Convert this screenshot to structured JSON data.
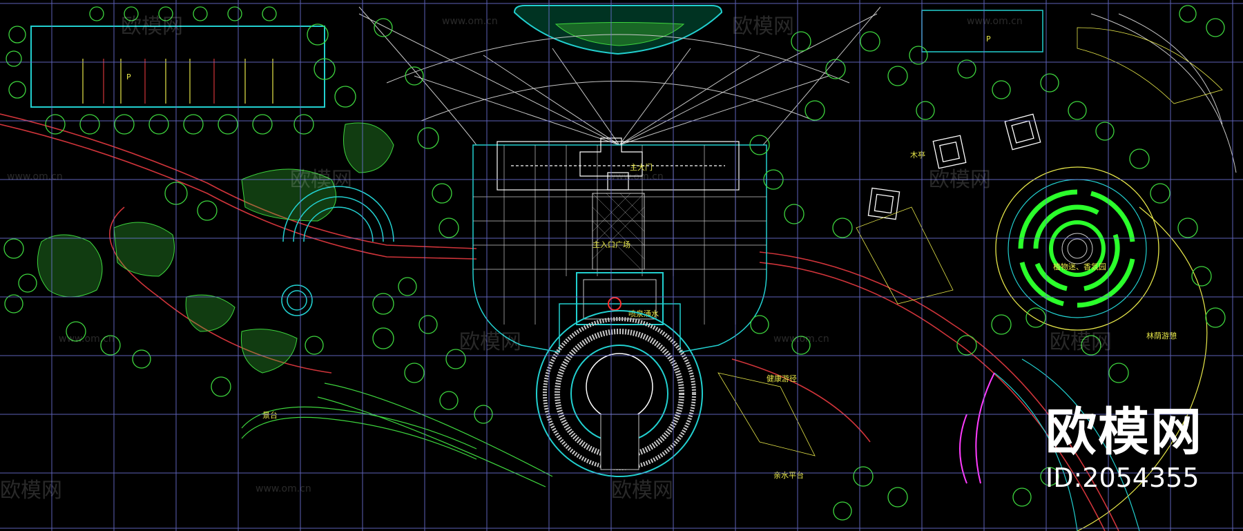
{
  "colors": {
    "background": "#000000",
    "grid": "#6f74d8",
    "plaza": "#c8c8c8",
    "road": "#d0343a",
    "tree": "#3ed63e",
    "cyan": "#22d0d0",
    "yellow": "#e8e84a",
    "magenta": "#ff3cff"
  },
  "labels": {
    "parking_left": "P",
    "parking_right": "P",
    "main_gate": "主大门",
    "entrance_plaza": "主入口广场",
    "fountain": "喷泉涌水",
    "pavilion": "木亭",
    "maze": "植物迷、香氛园",
    "path": "健康游径",
    "terrace": "景台",
    "waterfront_platform": "亲水平台",
    "grove": "林荫游憩"
  },
  "watermark": {
    "logo_text": "欧模网",
    "site": "www.om.cn"
  },
  "brand": {
    "name": "欧模网",
    "id": "ID:2054355"
  }
}
